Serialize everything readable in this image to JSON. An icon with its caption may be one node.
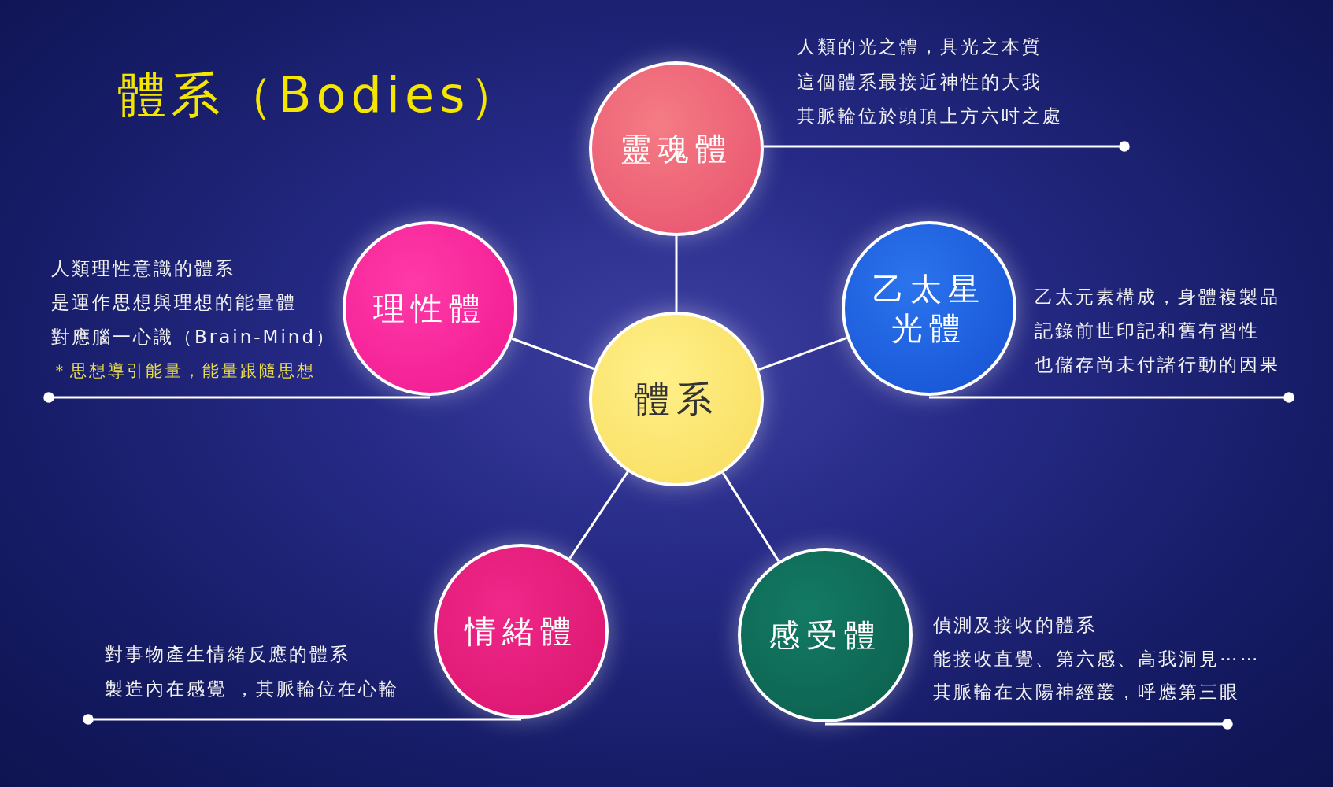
{
  "diagram": {
    "title": "體系（Bodies）",
    "nodes": [
      {
        "text": [
          "靈魂體"
        ],
        "beside": [
          "人類的光之體，具光之本質",
          "這個體系最接近神性的大我",
          "其脈輪位於頭頂上方六吋之處"
        ]
      },
      {
        "text": [
          "理性體"
        ],
        "beside": [
          "人類理性意識的體系",
          "是運作思想與理想的能量體",
          "對應腦一心識（Brain-Mind）",
          "＊思想導引能量，能量跟隨思想"
        ]
      },
      {
        "text": [
          "乙太星光體"
        ],
        "beside": [
          "乙太元素構成，身體複製品",
          "記錄前世印記和舊有習性",
          "也儲存尚未付諸行動的因果"
        ]
      },
      {
        "text": [
          "體系"
        ]
      },
      {
        "text": [
          "情緒體"
        ],
        "beside": [
          "對事物產生情緒反應的體系",
          "製造內在感覺 ，其脈輪位在心輪"
        ]
      },
      {
        "text": [
          "感受體"
        ],
        "beside": [
          "偵測及接收的體系",
          "能接收直覺、第六感、高我洞見⋯⋯",
          "其脈輪在太陽神經叢，呼應第三眼"
        ]
      }
    ],
    "edges": [
      {
        "from": 3,
        "to": 0,
        "arrow": "none"
      },
      {
        "from": 3,
        "to": 1,
        "arrow": "none"
      },
      {
        "from": 3,
        "to": 2,
        "arrow": "none"
      },
      {
        "from": 3,
        "to": 4,
        "arrow": "none"
      },
      {
        "from": 3,
        "to": 5,
        "arrow": "none"
      },
      {
        "from": 0,
        "to": null,
        "arrow": "other"
      },
      {
        "from": 1,
        "to": null,
        "arrow": "other"
      },
      {
        "from": 2,
        "to": null,
        "arrow": "other"
      },
      {
        "from": 4,
        "to": null,
        "arrow": "other"
      },
      {
        "from": 5,
        "to": null,
        "arrow": "other"
      }
    ]
  }
}
